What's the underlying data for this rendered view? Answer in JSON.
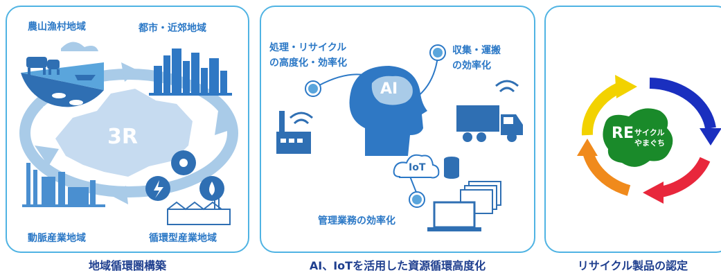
{
  "panel1": {
    "labels": {
      "rural": "農山漁村地域",
      "urban": "都市・近郊地域",
      "arterial": "動脈産業地域",
      "circular": "循環型産業地域",
      "center": "3R"
    },
    "caption": "地域循環圏構築"
  },
  "panel2": {
    "labels": {
      "processing_line1": "処理・リサイクル",
      "processing_line2": "の高度化・効率化",
      "collection_line1": "収集・運搬",
      "collection_line2": "の効率化",
      "management": "管理業務の効率化",
      "ai": "AI",
      "iot": "IoT"
    },
    "caption": "AI、IoTを活用した資源循環高度化"
  },
  "panel3": {
    "logo": {
      "mark": "RE",
      "line1": "サイクル",
      "line2": "やまぐち"
    },
    "caption": "リサイクル製品の認定"
  },
  "colors": {
    "border": "#4fb3e3",
    "label_blue": "#2b78c6",
    "caption_navy": "#1f3f8f",
    "arrow_light": "#a9cbe8",
    "map_light": "#c6dbf0",
    "icon_dark": "#2f6fb3",
    "logo_green": "#1a8a2a"
  }
}
